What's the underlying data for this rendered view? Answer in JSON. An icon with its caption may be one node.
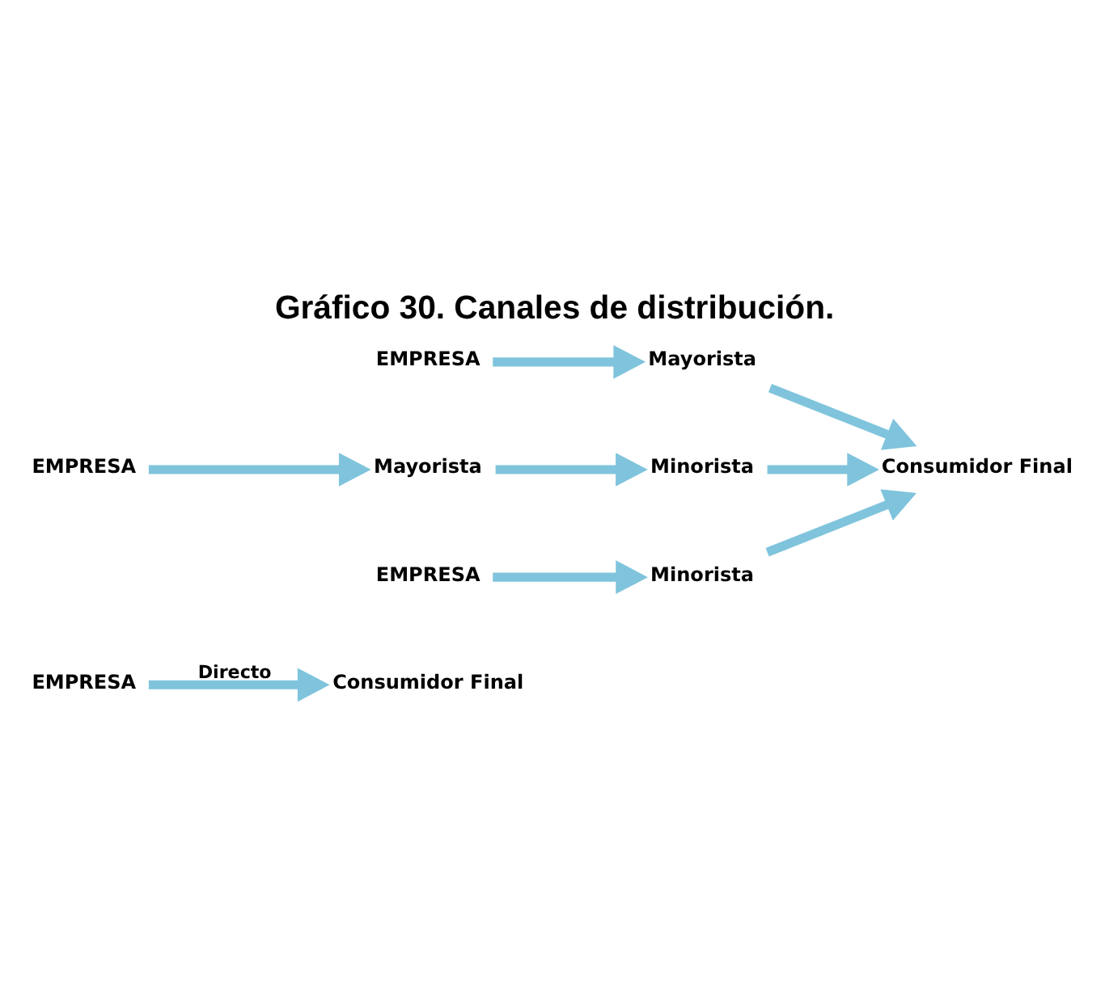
{
  "diagram": {
    "title": "Gráfico 30. Canales de distribución.",
    "nodes": [
      {
        "text": [
          "EMPRESA"
        ]
      },
      {
        "text": [
          "Consumidor Final"
        ]
      },
      {
        "text": [
          "EMPRESA"
        ]
      },
      {
        "text": [
          "Mayorista"
        ]
      },
      {
        "text": [
          "Consumidor Final"
        ]
      },
      {
        "text": [
          "EMPRESA"
        ]
      },
      {
        "text": [
          "Mayorista"
        ]
      },
      {
        "text": [
          "Minorista"
        ]
      },
      {
        "text": [
          "EMPRESA"
        ]
      },
      {
        "text": [
          "Minorista"
        ]
      }
    ],
    "edges": [
      {
        "from": 0,
        "to": 1,
        "arrow": "to",
        "label": "Directo"
      },
      {
        "from": 2,
        "to": 3,
        "arrow": "to"
      },
      {
        "from": 3,
        "to": 4,
        "arrow": "to"
      },
      {
        "from": 5,
        "to": 6,
        "arrow": "to"
      },
      {
        "from": 6,
        "to": 7,
        "arrow": "to"
      },
      {
        "from": 7,
        "to": 4,
        "arrow": "to"
      },
      {
        "from": 8,
        "to": 9,
        "arrow": "to"
      },
      {
        "from": 9,
        "to": 4,
        "arrow": "to"
      }
    ]
  }
}
